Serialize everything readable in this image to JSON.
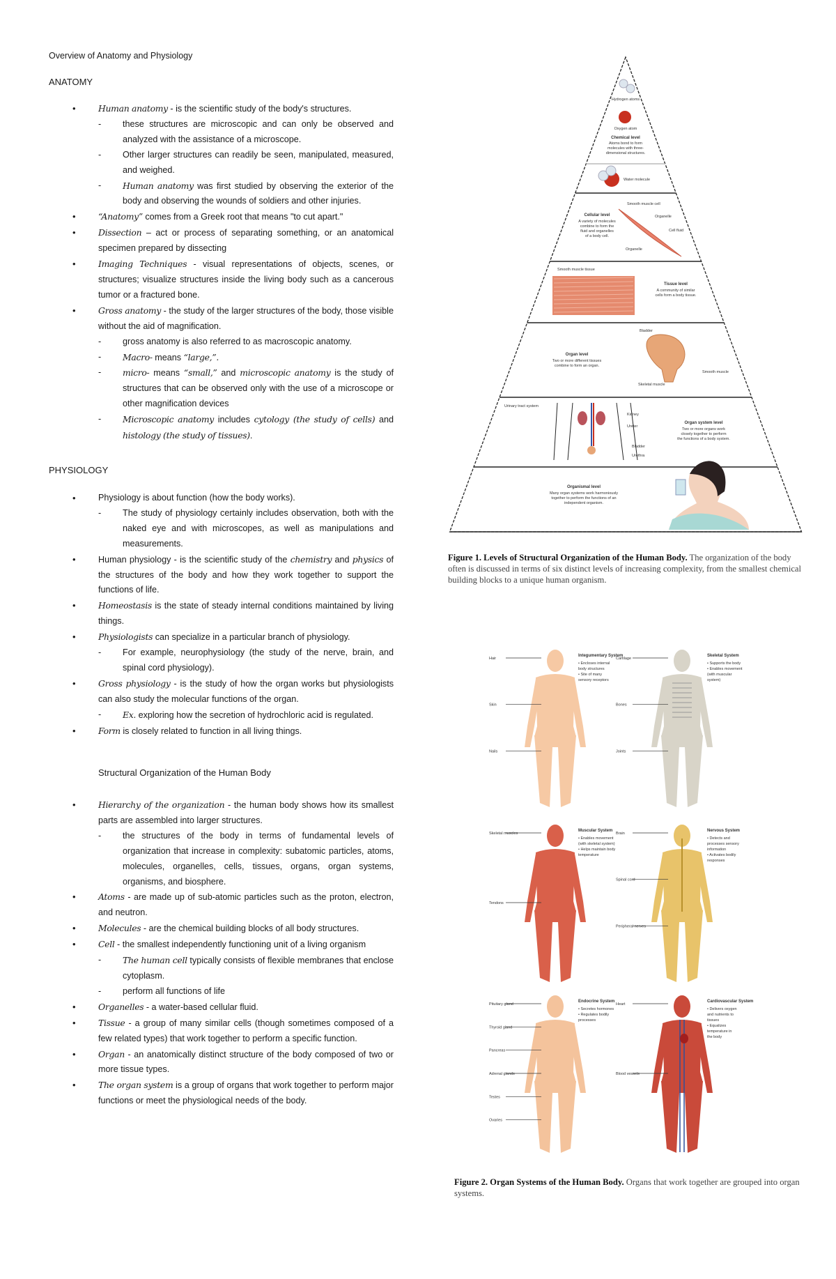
{
  "doc_title": "Overview of Anatomy and Physiology",
  "anatomy": {
    "heading": "ANATOMY",
    "items": [
      {
        "level": 0,
        "segs": [
          {
            "t": "Human anatomy",
            "em": true
          },
          {
            "t": " - is the scientific study of the body's structures."
          }
        ]
      },
      {
        "level": 1,
        "segs": [
          {
            "t": "these structures are microscopic and can only be observed and analyzed with the assistance of a microscope."
          }
        ]
      },
      {
        "level": 1,
        "segs": [
          {
            "t": "Other larger structures can readily be seen, manipulated, measured, and weighed."
          }
        ]
      },
      {
        "level": 1,
        "segs": [
          {
            "t": "Human anatomy",
            "em": true
          },
          {
            "t": " was first studied by observing the exterior of the body and observing the wounds of soldiers and other injuries."
          }
        ]
      },
      {
        "level": 0,
        "segs": [
          {
            "t": "“Anatomy”",
            "em": true
          },
          {
            "t": " comes from a Greek root that means \"to cut apart.\""
          }
        ]
      },
      {
        "level": 0,
        "segs": [
          {
            "t": "Dissection",
            "em": true
          },
          {
            "t": " – act or process of separating something, or an anatomical specimen prepared by dissecting"
          }
        ]
      },
      {
        "level": 0,
        "segs": [
          {
            "t": "Imaging Techniques",
            "em": true
          },
          {
            "t": " - visual representations of objects, scenes, or structures; visualize structures inside the living body such as a cancerous tumor or a fractured bone."
          }
        ]
      },
      {
        "level": 0,
        "segs": [
          {
            "t": "Gross anatomy",
            "em": true
          },
          {
            "t": " - the study of the larger structures of the body, those visible without the aid of magnification."
          }
        ]
      },
      {
        "level": 1,
        "segs": [
          {
            "t": "gross anatomy is also referred to as macroscopic anatomy."
          }
        ]
      },
      {
        "level": 1,
        "segs": [
          {
            "t": "Macro-",
            "em": true
          },
          {
            "t": " means "
          },
          {
            "t": "“large,”.",
            "em": true
          }
        ]
      },
      {
        "level": 1,
        "segs": [
          {
            "t": "micro-",
            "em": true
          },
          {
            "t": " means "
          },
          {
            "t": "“small,”",
            "em": true
          },
          {
            "t": " and "
          },
          {
            "t": "microscopic anatomy",
            "em": true
          },
          {
            "t": " is the study of structures that can be observed only with the use of a microscope or other magnification devices"
          }
        ]
      },
      {
        "level": 1,
        "segs": [
          {
            "t": "Microscopic anatomy",
            "em": true
          },
          {
            "t": " includes "
          },
          {
            "t": "cytology (the study of cells)",
            "em": true
          },
          {
            "t": " and "
          },
          {
            "t": "histology (the study of tissues)",
            "em": true
          },
          {
            "t": "."
          }
        ]
      }
    ]
  },
  "physiology": {
    "heading": "PHYSIOLOGY",
    "items": [
      {
        "level": 0,
        "segs": [
          {
            "t": "Physiology is about function (how the body works)."
          }
        ]
      },
      {
        "level": 1,
        "segs": [
          {
            "t": "The study of physiology certainly includes observation, both with the naked eye and with microscopes, as well as manipulations and measurements."
          }
        ]
      },
      {
        "level": 0,
        "segs": [
          {
            "t": "Human physiology - is the scientific study of the "
          },
          {
            "t": "chemistry",
            "em": true
          },
          {
            "t": " and "
          },
          {
            "t": "physics",
            "em": true
          },
          {
            "t": " of the structures of the body and how they work together to support the functions of life."
          }
        ]
      },
      {
        "level": 0,
        "segs": [
          {
            "t": "Homeostasis",
            "em": true
          },
          {
            "t": " is the state of steady internal conditions maintained by living things."
          }
        ]
      },
      {
        "level": 0,
        "segs": [
          {
            "t": "Physiologists",
            "em": true
          },
          {
            "t": " can specialize in a particular branch of physiology."
          }
        ]
      },
      {
        "level": 1,
        "segs": [
          {
            "t": "For example, neurophysiology (the study of the nerve, brain, and spinal cord physiology)."
          }
        ]
      },
      {
        "level": 0,
        "segs": [
          {
            "t": "Gross physiology",
            "em": true
          },
          {
            "t": " - is the study of how the organ works but physiologists can also study the molecular functions of the organ."
          }
        ]
      },
      {
        "level": 1,
        "segs": [
          {
            "t": "Ex.",
            "em": true
          },
          {
            "t": " exploring how the secretion of hydrochloric acid is regulated."
          }
        ]
      },
      {
        "level": 0,
        "segs": [
          {
            "t": "Form",
            "em": true
          },
          {
            "t": " is closely related to function in all living things."
          }
        ]
      }
    ]
  },
  "structural": {
    "heading": "Structural Organization of the Human Body",
    "items": [
      {
        "level": 0,
        "segs": [
          {
            "t": "Hierarchy of the organization",
            "em": true
          },
          {
            "t": " - the human body shows how its smallest parts are assembled into larger structures."
          }
        ]
      },
      {
        "level": 1,
        "segs": [
          {
            "t": "the structures of the body in terms of fundamental levels of organization that increase in complexity: subatomic particles, atoms, molecules, organelles, cells, tissues, organs, organ systems, organisms, and biosphere."
          }
        ]
      },
      {
        "level": 0,
        "segs": [
          {
            "t": "Atoms",
            "em": true
          },
          {
            "t": " - are made up of sub-atomic particles such as the proton, electron, and neutron."
          }
        ]
      },
      {
        "level": 0,
        "segs": [
          {
            "t": "Molecules",
            "em": true
          },
          {
            "t": " - are the chemical building blocks of all body structures."
          }
        ]
      },
      {
        "level": 0,
        "segs": [
          {
            "t": "Cell",
            "em": true
          },
          {
            "t": " - the smallest independently functioning unit of a living organism"
          }
        ]
      },
      {
        "level": 1,
        "segs": [
          {
            "t": "The human cell",
            "em": true
          },
          {
            "t": " typically consists of flexible membranes that enclose cytoplasm."
          }
        ]
      },
      {
        "level": 1,
        "segs": [
          {
            "t": "perform all functions of life"
          }
        ]
      },
      {
        "level": 0,
        "segs": [
          {
            "t": "Organelles",
            "em": true
          },
          {
            "t": " - a water-based cellular fluid."
          }
        ]
      },
      {
        "level": 0,
        "segs": [
          {
            "t": "Tissue",
            "em": true
          },
          {
            "t": " - a group of many similar cells (though sometimes composed of a few related types) that work together to perform a specific function."
          }
        ]
      },
      {
        "level": 0,
        "segs": [
          {
            "t": "Organ",
            "em": true
          },
          {
            "t": " - an anatomically distinct structure of the body composed of two or more tissue types."
          }
        ]
      },
      {
        "level": 0,
        "segs": [
          {
            "t": "The organ system",
            "em": true
          },
          {
            "t": " is a group of organs that work together to perform major functions or meet the physiological needs of the body."
          }
        ]
      }
    ]
  },
  "figure1": {
    "caption_bold": "Figure 1. Levels of Structural Organization of the Human Body.",
    "caption_text": " The organization of the body often is discussed in terms of six distinct levels of increasing complexity, from the smallest chemical building blocks to a unique human organism.",
    "labels": {
      "hydrogen": "Hydrogen atoms",
      "oxygen": "Oxygen atom",
      "chemical_title": "Chemical level",
      "chemical_desc": [
        "Atoms bond to form",
        "molecules with three-",
        "dimensional structures."
      ],
      "water": "Water molecule",
      "smooth_cell": "Smooth muscle cell",
      "organelle1": "Organelle",
      "cell_fluid": "Cell fluid",
      "organelle2": "Organelle",
      "cellular_title": "Cellular level",
      "cellular_desc": [
        "A variety of molecules",
        "combine to form the",
        "fluid and organelles",
        "of a body cell."
      ],
      "smooth_tissue": "Smooth muscle tissue",
      "tissue_title": "Tissue level",
      "tissue_desc": [
        "A community of similar",
        "cells form a body tissue."
      ],
      "bladder": "Bladder",
      "organ_title": "Organ level",
      "organ_desc": [
        "Two or more different tissues",
        "combine to form an organ."
      ],
      "smooth_muscle": "Smooth muscle",
      "skeletal_muscle": "Skeletal muscle",
      "urinary": "Urinary tract system",
      "kidney": "Kidney",
      "ureter": "Ureter",
      "bladder2": "Bladder",
      "urethra": "Urethra",
      "system_title": "Organ system level",
      "system_desc": [
        "Two or more organs work",
        "closely together to perform",
        "the functions of a body system."
      ],
      "organism_title": "Organismal level",
      "organism_desc": [
        "Many organ systems work harmoniously",
        "together to perform the functions of an",
        "independent organism."
      ]
    }
  },
  "figure2": {
    "caption_bold": "Figure 2. Organ Systems of the Human Body.",
    "caption_text": " Organs that work together are grouped into organ systems.",
    "systems": [
      {
        "title": "Integumentary System",
        "points": [
          "• Encloses internal",
          "  body structures",
          "• Site of many",
          "  sensory receptors"
        ],
        "labels": [
          "Hair",
          "Skin",
          "Nails"
        ],
        "color": "#f6c9a4"
      },
      {
        "title": "Skeletal System",
        "points": [
          "• Supports the body",
          "• Enables movement",
          "  (with muscular",
          "  system)"
        ],
        "labels": [
          "Cartilage",
          "Bones",
          "Joints"
        ],
        "color": "#d8d4c8"
      },
      {
        "title": "Muscular System",
        "points": [
          "• Enables movement",
          "  (with skeletal system)",
          "• Helps maintain body",
          "  temperature"
        ],
        "labels": [
          "Skeletal muscles",
          "Tendons"
        ],
        "color": "#d9604a"
      },
      {
        "title": "Nervous System",
        "points": [
          "• Detects and",
          "  processes sensory",
          "  information",
          "• Activates bodily",
          "  responses"
        ],
        "labels": [
          "Brain",
          "Spinal cord",
          "Peripheral nerves"
        ],
        "color": "#e8c36a"
      },
      {
        "title": "Endocrine System",
        "points": [
          "• Secretes hormones",
          "• Regulates bodily",
          "  processes"
        ],
        "labels": [
          "Pituitary gland",
          "Thyroid gland",
          "Pancreas",
          "Adrenal glands",
          "Testes",
          "Ovaries"
        ],
        "color": "#f4c39c"
      },
      {
        "title": "Cardiovascular System",
        "points": [
          "• Delivers oxygen",
          "  and nutrients to",
          "  tissues",
          "• Equalizes",
          "  temperature in",
          "  the body"
        ],
        "labels": [
          "Heart",
          "Blood vessels"
        ],
        "color": "#c94a3a"
      }
    ]
  }
}
